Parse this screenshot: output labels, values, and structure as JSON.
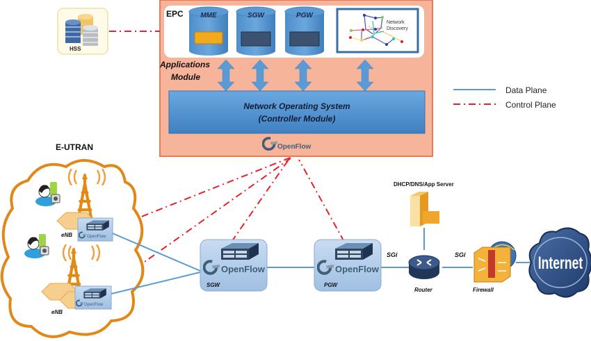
{
  "title": "SDN-based EPC architecture with OpenFlow",
  "colors": {
    "data_plane": "#5b9bd5",
    "control_plane": "#e8202a",
    "epc_background": "#f6b49b",
    "module_blue": "#5b9bd5",
    "cloud_orange": "#e0881a",
    "internet_blue": "#2e4e82"
  },
  "epc": {
    "label": "EPC",
    "apps": [
      {
        "name": "MME",
        "icon": "mme-appliance-icon"
      },
      {
        "name": "SGW",
        "icon": "switch-appliance-icon"
      },
      {
        "name": "PGW",
        "icon": "switch-appliance-icon"
      }
    ],
    "network_discovery": {
      "line1": "Network",
      "line2": "Discovery"
    },
    "applications_module": {
      "line1": "Applications",
      "line2": "Module"
    },
    "nos": {
      "line1": "Network Operating System",
      "line2": "(Controller Module)"
    },
    "openflow_label": "OpenFlow"
  },
  "hss": {
    "label": "HSS"
  },
  "legend": {
    "items": [
      {
        "label": "Data Plane",
        "style": "solid"
      },
      {
        "label": "Control Plane",
        "style": "dash-dot"
      }
    ]
  },
  "eutran": {
    "title": "E-UTRAN",
    "enbs": [
      {
        "label": "eNB",
        "switch_label": "OpenFlow"
      },
      {
        "label": "eNB",
        "switch_label": "OpenFlow"
      }
    ]
  },
  "gateways": [
    {
      "label": "SGW",
      "switch_label": "OpenFlow"
    },
    {
      "label": "PGW",
      "switch_label": "OpenFlow"
    }
  ],
  "server": {
    "label": "DHCP/DNS/App Server"
  },
  "router": {
    "label": "Router"
  },
  "firewall": {
    "label": "Firewall"
  },
  "internet": {
    "label": "Internet"
  },
  "interfaces": {
    "sgi_1": "SGi",
    "sgi_2": "SGi"
  }
}
